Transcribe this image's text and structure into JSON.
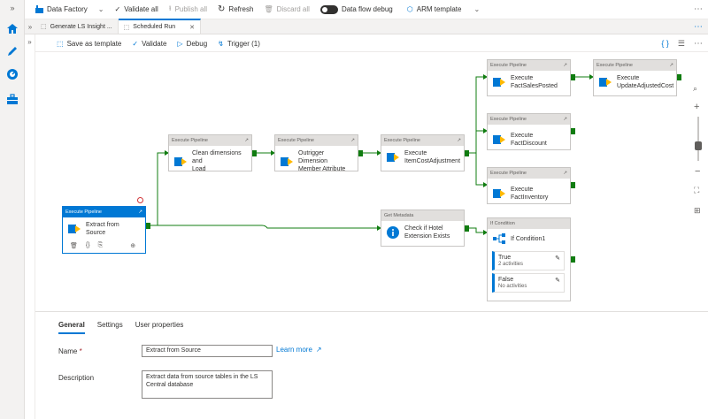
{
  "toolbar": {
    "factory_label": "Data Factory",
    "validate_all": "Validate all",
    "publish_all": "Publish all",
    "refresh": "Refresh",
    "discard_all": "Discard all",
    "data_flow_debug": "Data flow debug",
    "arm_template": "ARM template"
  },
  "tabs": [
    {
      "label": "Generate LS Insight ..."
    },
    {
      "label": "Scheduled Run"
    }
  ],
  "pipeline_toolbar": {
    "save_as_template": "Save as template",
    "validate": "Validate",
    "debug": "Debug",
    "trigger": "Trigger (1)"
  },
  "activities": {
    "extract": {
      "type": "Execute Pipeline",
      "name": "Extract from Source"
    },
    "clean": {
      "type": "Execute Pipeline",
      "name_l1": "Clean dimensions and",
      "name_l2": "Load"
    },
    "outrigger": {
      "type": "Execute Pipeline",
      "name_l1": "Outrigger Dimension",
      "name_l2": "Member Attribute"
    },
    "itemcost": {
      "type": "Execute Pipeline",
      "name_l1": "Execute",
      "name_l2": "ItemCostAdjustment"
    },
    "factsales": {
      "type": "Execute Pipeline",
      "name_l1": "Execute",
      "name_l2": "FactSalesPosted"
    },
    "updatecost": {
      "type": "Execute Pipeline",
      "name_l1": "Execute",
      "name_l2": "UpdateAdjustedCost"
    },
    "factdiscount": {
      "type": "Execute Pipeline",
      "name": "Execute FactDiscount"
    },
    "factinventory": {
      "type": "Execute Pipeline",
      "name": "Execute FactInventory"
    },
    "getmeta": {
      "type": "Get Metadata",
      "name_l1": "Check if Hotel",
      "name_l2": "Extension Exists"
    },
    "ifcond": {
      "type": "If Condition",
      "name": "If Condition1",
      "true_label": "True",
      "true_count": "2 activities",
      "false_label": "False",
      "false_count": "No activities"
    }
  },
  "bottom": {
    "tabs": [
      "General",
      "Settings",
      "User properties"
    ],
    "name_label": "Name",
    "name_required": "*",
    "name_value": "Extract from Source",
    "learn_more": "Learn more",
    "description_label": "Description",
    "description_l1": "Extract data from source tables in the LS",
    "description_l2": "Central database"
  },
  "colors": {
    "accent": "#0078d4",
    "connector": "#107c10"
  }
}
